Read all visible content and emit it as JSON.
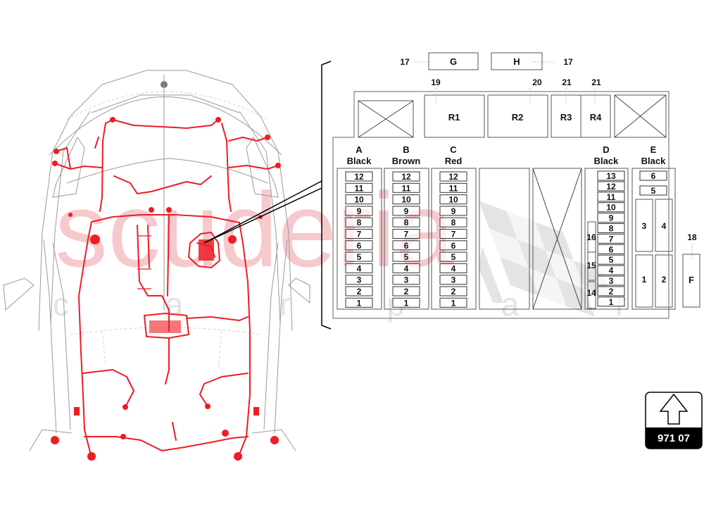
{
  "watermark": {
    "brand": "scuderia",
    "sub": "c a r p a r t s",
    "brand_color": "#f6c9cd",
    "flag_color": "#e0e0e0"
  },
  "colors": {
    "harness": "#ee1c25",
    "outline": "#555555",
    "badge_bg": "#000000"
  },
  "top_items": {
    "G": {
      "label": "G",
      "callout": "17"
    },
    "H": {
      "label": "H",
      "callout": "17"
    }
  },
  "relays": [
    {
      "label": "R1",
      "callout": "19"
    },
    {
      "label": "R2",
      "callout": "20"
    },
    {
      "label": "R3",
      "callout": "21"
    },
    {
      "label": "R4",
      "callout": "21"
    }
  ],
  "connectors": {
    "A": {
      "letter": "A",
      "color": "Black",
      "fuses": [
        "12",
        "11",
        "10",
        "9",
        "8",
        "7",
        "6",
        "5",
        "4",
        "3",
        "2",
        "1"
      ]
    },
    "B": {
      "letter": "B",
      "color": "Brown",
      "fuses": [
        "12",
        "11",
        "10",
        "9",
        "8",
        "7",
        "6",
        "5",
        "4",
        "3",
        "2",
        "1"
      ]
    },
    "C": {
      "letter": "C",
      "color": "Red",
      "fuses": [
        "12",
        "11",
        "10",
        "9",
        "8",
        "7",
        "6",
        "5",
        "4",
        "3",
        "2",
        "1"
      ]
    },
    "D": {
      "letter": "D",
      "color": "Black",
      "fuses": [
        "13",
        "12",
        "11",
        "10",
        "9",
        "8",
        "7",
        "6",
        "5",
        "4",
        "3",
        "2",
        "1"
      ],
      "side_groups": [
        "16",
        "15",
        "14"
      ]
    },
    "E": {
      "letter": "E",
      "color": "Black",
      "small": [
        "6",
        "5"
      ],
      "large": [
        "3",
        "4",
        "1",
        "2"
      ]
    }
  },
  "item_F": {
    "label": "F",
    "callout": "18"
  },
  "badge": {
    "code": "971 07",
    "icon": "arrow-up-icon"
  }
}
